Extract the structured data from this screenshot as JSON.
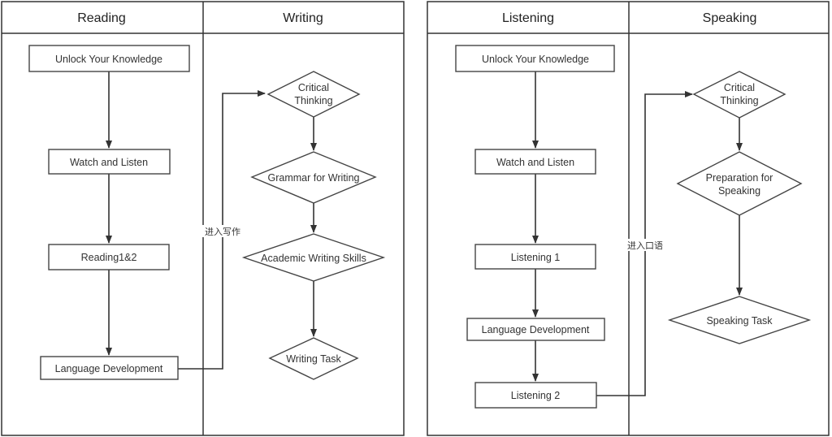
{
  "left_panel": {
    "lanes": [
      "Reading",
      "Writing"
    ],
    "nodes": {
      "unlock": "Unlock Your Knowledge",
      "watch": "Watch and Listen",
      "reading": "Reading1&2",
      "langdev": "Language Development",
      "critical": [
        "Critical",
        "Thinking"
      ],
      "grammar": "Grammar for Writing",
      "academic": "Academic Writing Skills",
      "task": "Writing Task"
    },
    "edge_label": "进入写作"
  },
  "right_panel": {
    "lanes": [
      "Listening",
      "Speaking"
    ],
    "nodes": {
      "unlock": "Unlock Your Knowledge",
      "watch": "Watch and Listen",
      "listening1": "Listening 1",
      "langdev": "Language Development",
      "listening2": "Listening 2",
      "critical": [
        "Critical",
        "Thinking"
      ],
      "prep": [
        "Preparation for",
        "Speaking"
      ],
      "task": "Speaking Task"
    },
    "edge_label": "进入口语"
  }
}
